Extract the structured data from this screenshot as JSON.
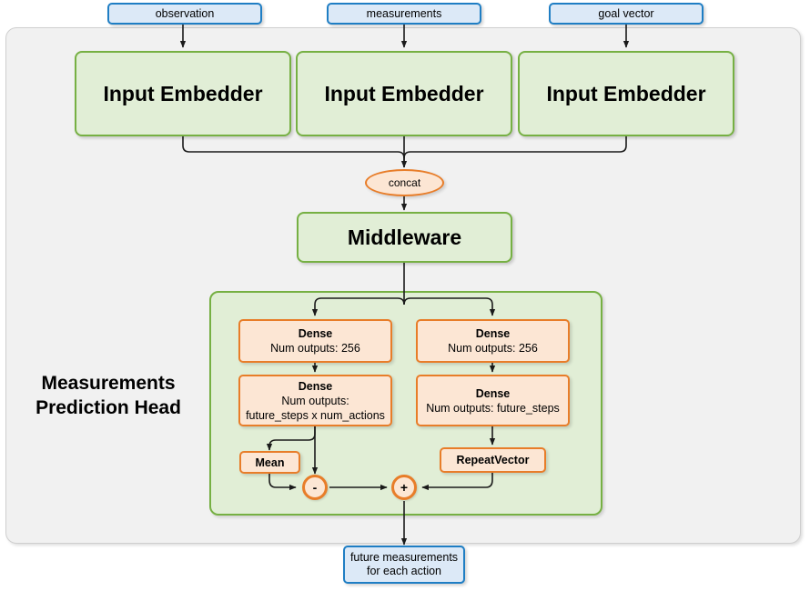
{
  "diagram": {
    "title": "Measurements Prediction Head",
    "colors": {
      "input_box_fill": "#dce9f7",
      "input_box_border": "#1f7ec4",
      "module_fill": "#e1eed6",
      "module_border": "#76b043",
      "op_fill": "#fce6d4",
      "op_border": "#e87d29",
      "frame_fill": "#f1f1f1",
      "frame_border": "#cfcfcf",
      "edge": "#1a1a1a"
    }
  },
  "inputs": [
    {
      "label": "observation"
    },
    {
      "label": "measurements"
    },
    {
      "label": "goal vector"
    }
  ],
  "embedders": [
    {
      "label": "Input Embedder"
    },
    {
      "label": "Input Embedder"
    },
    {
      "label": "Input Embedder"
    }
  ],
  "concat": {
    "label": "concat"
  },
  "middleware": {
    "label": "Middleware"
  },
  "head": {
    "label_line1": "Measurements",
    "label_line2": "Prediction Head",
    "left_branch": {
      "dense1": {
        "title": "Dense",
        "detail": "Num outputs: 256"
      },
      "dense2": {
        "title": "Dense",
        "detail_line1": "Num outputs:",
        "detail_line2": "future_steps x num_actions"
      },
      "mean": {
        "label": "Mean"
      },
      "operator": {
        "symbol": "-"
      }
    },
    "right_branch": {
      "dense1": {
        "title": "Dense",
        "detail": "Num outputs: 256"
      },
      "dense2": {
        "title": "Dense",
        "detail": "Num outputs: future_steps"
      },
      "repeat_vector": {
        "label": "RepeatVector"
      },
      "operator": {
        "symbol": "+"
      }
    }
  },
  "output": {
    "line1": "future measurements",
    "line2": "for each action"
  }
}
